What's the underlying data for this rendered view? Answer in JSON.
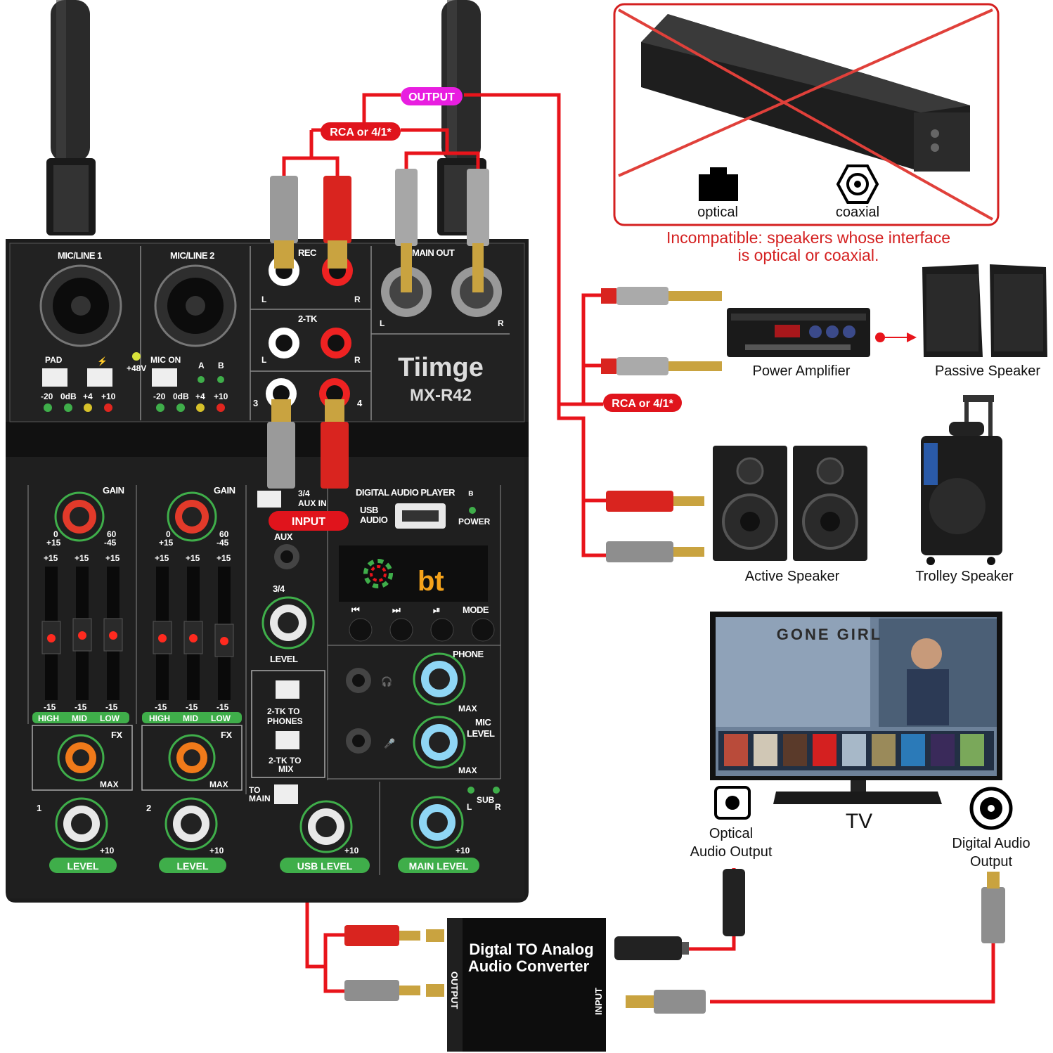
{
  "callouts": {
    "output": "OUTPUT",
    "rca_top": "RCA or 4/1*",
    "rca_mid": "RCA or 4/1*",
    "input": "INPUT"
  },
  "incompatible": {
    "optical_label": "optical",
    "coaxial_label": "coaxial",
    "note_line1": "Incompatible: speakers whose interface",
    "note_line2": "is optical or coaxial."
  },
  "devices": {
    "power_amplifier": "Power Amplifier",
    "passive_speaker": "Passive Speaker",
    "active_speaker": "Active Speaker",
    "trolley_speaker": "Trolley Speaker",
    "tv": "TV",
    "optical_out_line1": "Optical",
    "optical_out_line2": "Audio Output",
    "digital_out_line1": "Digital Audio",
    "digital_out_line2": "Output"
  },
  "tv_screen": {
    "movie_title": "GONE GIRL"
  },
  "converter": {
    "line1": "Digtal TO Analog",
    "line2": "Audio Converter",
    "output_port": "OUTPUT",
    "input_port": "INPUT"
  },
  "mixer": {
    "brand": "Tiimge",
    "model": "MX-R42",
    "mic_line_1": "MIC/LINE 1",
    "mic_line_2": "MIC/LINE 2",
    "rec": "REC",
    "main_out": "MAIN OUT",
    "two_tk": "2-TK",
    "pad": "PAD",
    "phantom": "+48V",
    "mic_on": "MIC ON",
    "a": "A",
    "b": "B",
    "meter_ticks": [
      "-20",
      "0dB",
      "+4",
      "+10"
    ],
    "gain": "GAIN",
    "gain_min": "0",
    "gain_max": "60",
    "gain_low": "+15",
    "gain_high": "-45",
    "eq_top": "+15",
    "eq_bottom": "-15",
    "eq_bands": [
      "HIGH",
      "MID",
      "LOW"
    ],
    "fx": "FX",
    "max": "MAX",
    "plus10": "+10",
    "ch1": "1",
    "ch2": "2",
    "level": "LEVEL",
    "in34": "3/4",
    "aux_in": "AUX IN",
    "aux": "AUX",
    "ch3": "3",
    "ch4": "4",
    "l": "L",
    "r": "R",
    "digital_audio_player": "DIGITAL AUDIO PLAYER",
    "usb_audio_1": "USB",
    "usb_audio_2": "AUDIO",
    "power": "POWER",
    "display": "bt",
    "mode": "MODE",
    "phone": "PHONE",
    "mic_level_1": "MIC",
    "mic_level_2": "LEVEL",
    "two_tk_to_phones_1": "2-TK TO",
    "two_tk_to_phones_2": "PHONES",
    "two_tk_to_mix_1": "2-TK TO",
    "two_tk_to_mix_2": "MIX",
    "to_main_1": "TO",
    "to_main_2": "MAIN",
    "usb_level": "USB LEVEL",
    "main_level": "MAIN LEVEL",
    "sub": "SUB"
  },
  "colors": {
    "cable_red": "#e8141b",
    "callout_red": "#e0141c",
    "callout_magenta": "#e81ee0",
    "mixer_body": "#1c1c1c",
    "accent_green": "#3fae4a",
    "note_red": "#d42020"
  }
}
